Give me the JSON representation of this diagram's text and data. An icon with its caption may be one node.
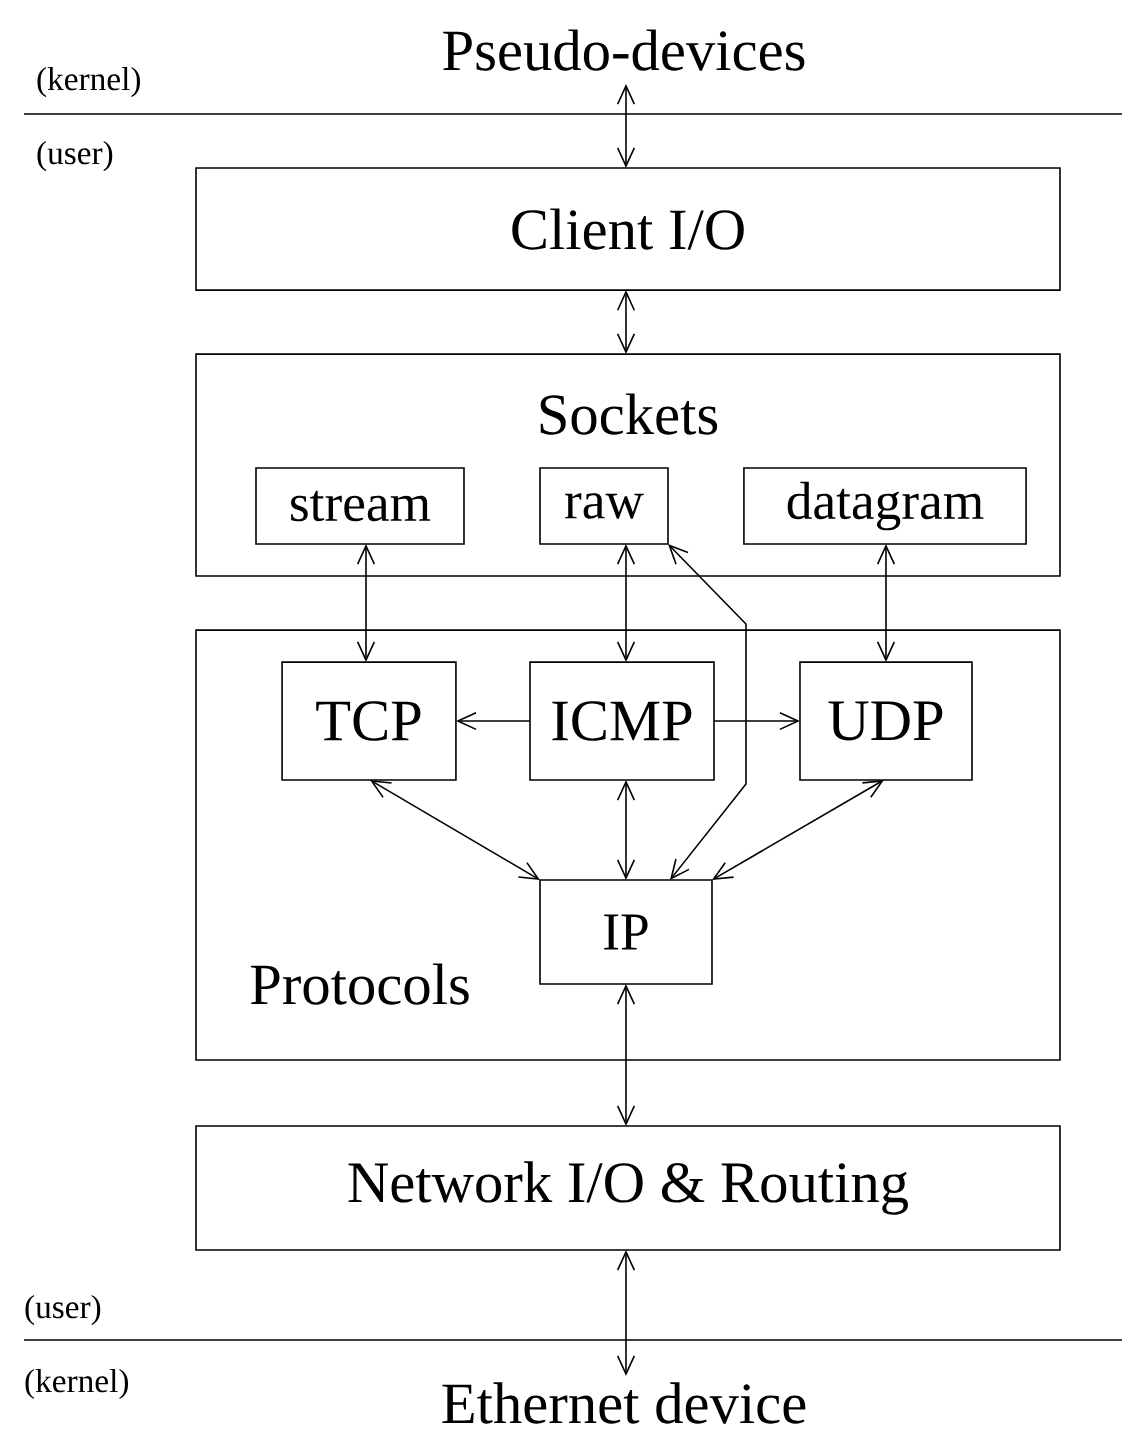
{
  "diagram": {
    "nodes": [
      {
        "text": [
          "Pseudo-devices"
        ]
      },
      {
        "text": [
          "Client I/O"
        ]
      },
      {
        "text": [
          "Sockets"
        ]
      },
      {
        "text": [
          "stream"
        ],
        "in": 2
      },
      {
        "text": [
          "raw"
        ],
        "in": 2
      },
      {
        "text": [
          "datagram"
        ],
        "in": 2
      },
      {
        "text": [
          "Protocols"
        ]
      },
      {
        "text": [
          "TCP"
        ],
        "in": 6
      },
      {
        "text": [
          "ICMP"
        ],
        "in": 6
      },
      {
        "text": [
          "UDP"
        ],
        "in": 6
      },
      {
        "text": [
          "IP"
        ],
        "in": 6
      },
      {
        "text": [
          "Network I/O & Routing"
        ]
      },
      {
        "text": [
          "Ethernet device"
        ]
      }
    ],
    "edges": [
      {
        "from": 0,
        "to": 1,
        "arrow": "both"
      },
      {
        "from": 1,
        "to": 2,
        "arrow": "both"
      },
      {
        "from": 3,
        "to": 7,
        "arrow": "both"
      },
      {
        "from": 4,
        "to": 8,
        "arrow": "both"
      },
      {
        "from": 5,
        "to": 9,
        "arrow": "both"
      },
      {
        "from": 8,
        "to": 7,
        "arrow": "to"
      },
      {
        "from": 8,
        "to": 9,
        "arrow": "to"
      },
      {
        "from": 7,
        "to": 10,
        "arrow": "both"
      },
      {
        "from": 8,
        "to": 10,
        "arrow": "both"
      },
      {
        "from": 9,
        "to": 10,
        "arrow": "both"
      },
      {
        "from": 4,
        "to": 10,
        "arrow": "both"
      },
      {
        "from": 10,
        "to": 11,
        "arrow": "both"
      },
      {
        "from": 11,
        "to": 12,
        "arrow": "both"
      }
    ],
    "labels": [
      "(kernel)",
      "(user)",
      "(user)",
      "(kernel)"
    ]
  }
}
